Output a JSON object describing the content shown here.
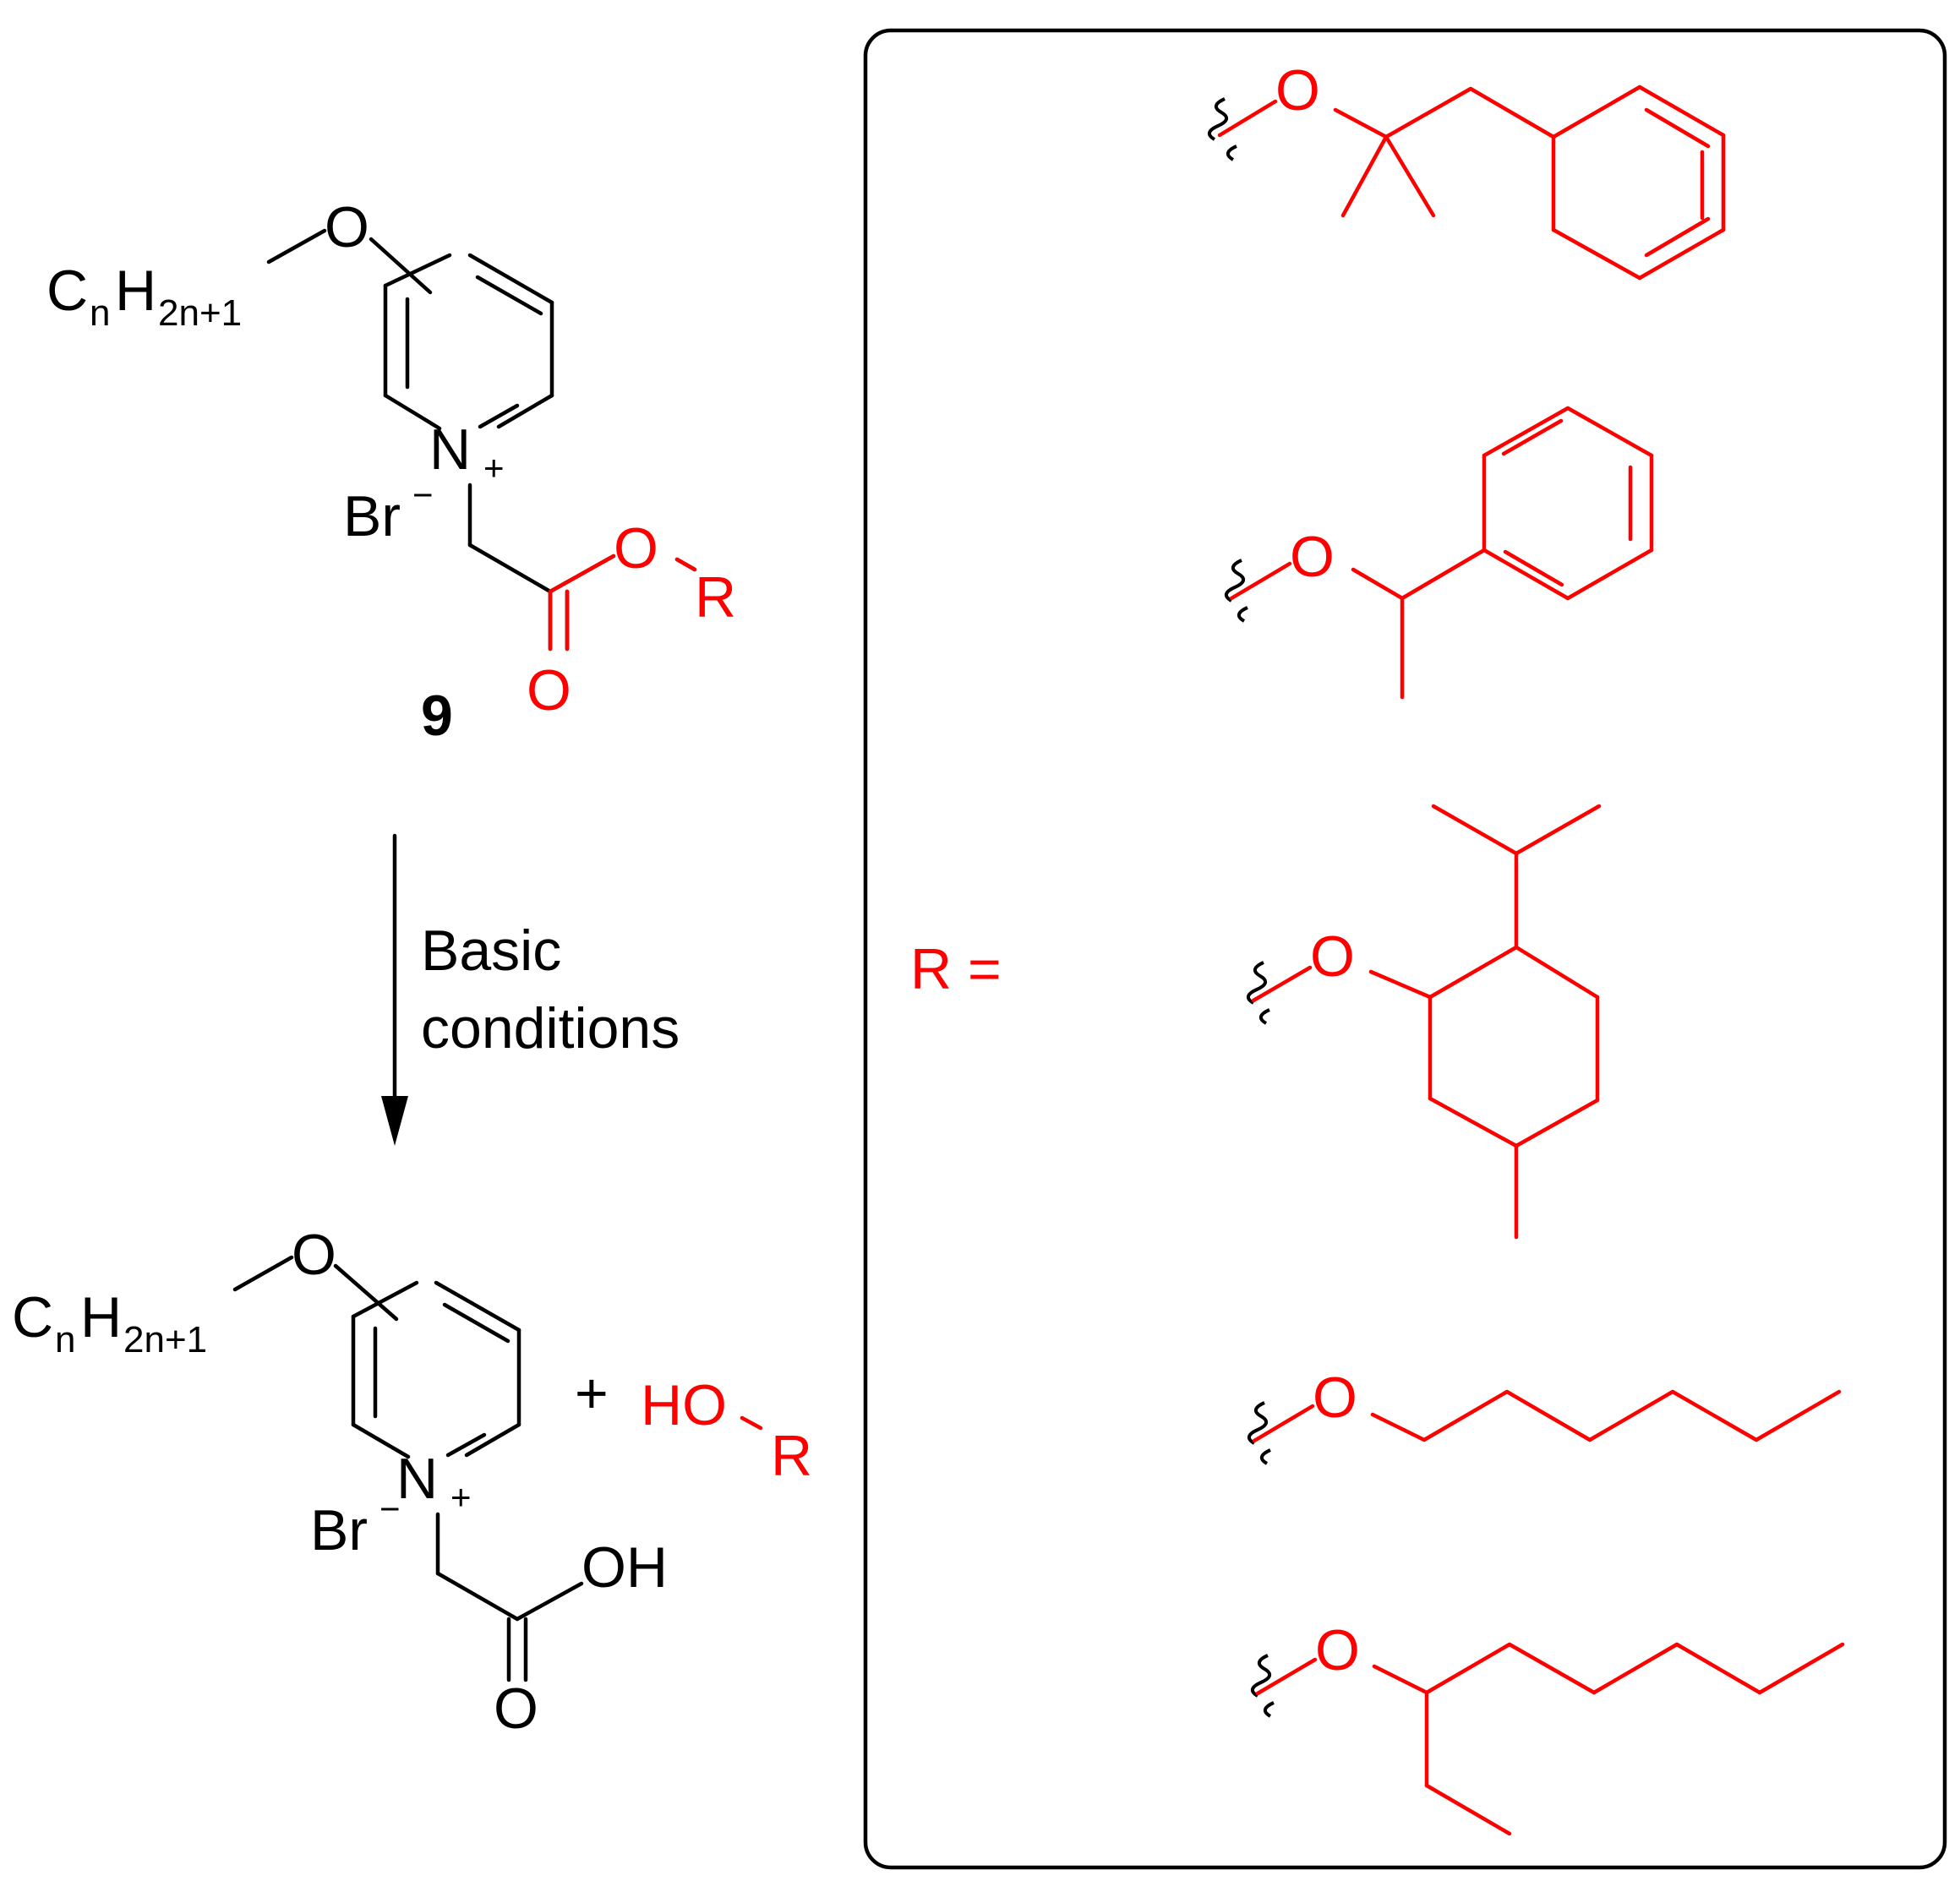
{
  "colors": {
    "structure": "#000000",
    "variable_group": "#ff0000"
  },
  "reactant": {
    "chain_main": "C",
    "chain_sub_n": "n",
    "chain_mid": "H",
    "chain_sub_2n1": "2n+1",
    "ether_o": "O",
    "ring_n": "N",
    "ring_charge": "+",
    "counter_ion": "Br",
    "counter_charge": "−",
    "ester_o": "O",
    "carbonyl_o": "O",
    "r_group": "R",
    "compound_number": "9"
  },
  "arrow": {
    "line1": "Basic",
    "line2": "conditions"
  },
  "product": {
    "chain_main": "C",
    "chain_sub_n": "n",
    "chain_mid": "H",
    "chain_sub_2n1": "2n+1",
    "ether_o": "O",
    "ring_n": "N",
    "ring_charge": "+",
    "counter_ion": "Br",
    "counter_charge": "−",
    "acid_oh": "OH",
    "carbonyl_o": "O",
    "plus": "+",
    "alcohol_ho": "HO",
    "alcohol_r": "R"
  },
  "r_panel": {
    "label": "R =",
    "ester_o_1": "O",
    "ester_o_2": "O",
    "ester_o_3": "O",
    "ester_o_4": "O",
    "ester_o_5": "O"
  }
}
